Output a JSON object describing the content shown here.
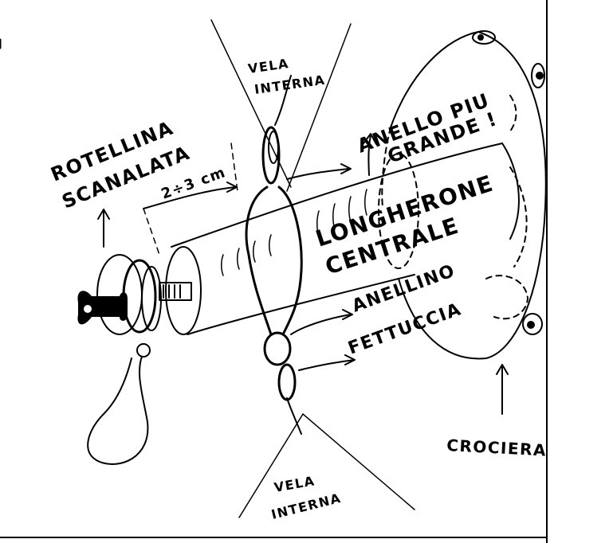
{
  "labels": {
    "vela_interna_top_1": "VELA",
    "vela_interna_top_2": "INTERNA",
    "rotellina_1": "ROTELLINA",
    "rotellina_2": "SCANALATA",
    "distance": "2÷3 cm",
    "anello_1": "ANELLO PIU",
    "anello_2": "GRANDE !",
    "longherone_1": "LONGHERONE",
    "longherone_2": "CENTRALE",
    "anellino": "ANELLINO",
    "fettuccia": "FETTUCCIA",
    "crociera": "CROCIERA",
    "vela_interna_bottom_1": "VELA",
    "vela_interna_bottom_2": "INTERNA"
  },
  "colors": {
    "ink": "#000000",
    "paper": "#ffffff"
  }
}
